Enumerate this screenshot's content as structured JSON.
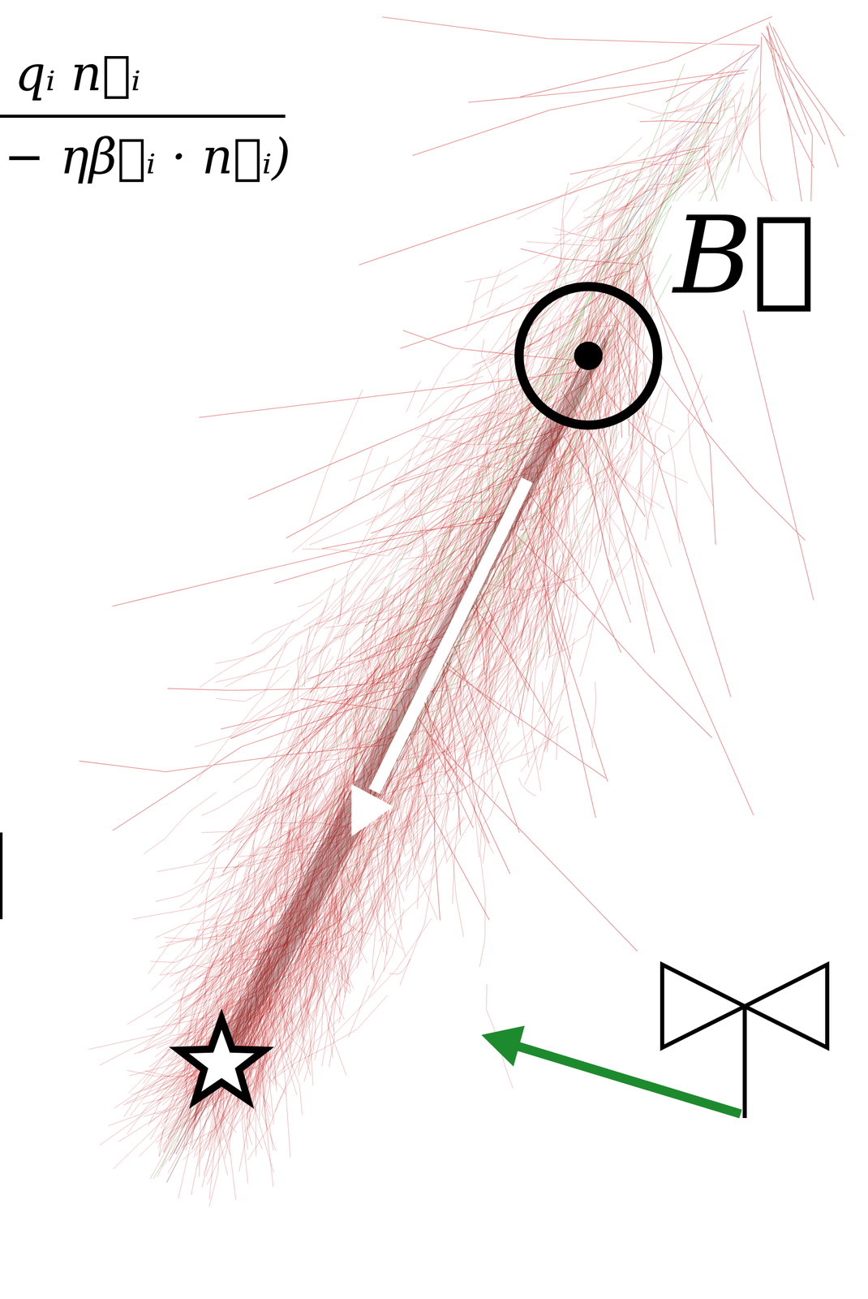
{
  "diagram": {
    "labels": [
      "qᵢ n⃗ᵢ",
      "− ηβ⃗ᵢ · n⃗ᵢ)",
      "B⃗"
    ]
  }
}
